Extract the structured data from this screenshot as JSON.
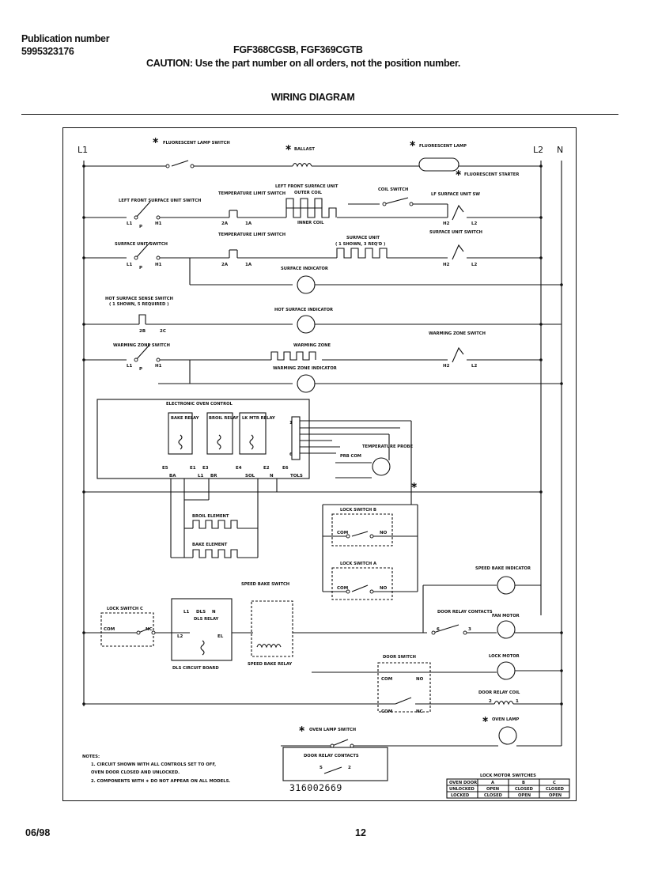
{
  "header": {
    "publication_label": "Publication number",
    "publication_number": "5995323176",
    "models": "FGF368CGSB, FGF369CGTB",
    "caution": "CAUTION:  Use the part number on all orders, not the position number.",
    "title": "WIRING DIAGRAM"
  },
  "diagram": {
    "rails": {
      "l1": "L1",
      "l2": "L2",
      "n": "N"
    },
    "star": "∗",
    "labels": {
      "fluor_lamp_switch": "FLUORESCENT LAMP SWITCH",
      "ballast": "BALLAST",
      "fluorescent_lamp": "FLUORESCENT LAMP",
      "fluorescent_starter": "FLUORESCENT STARTER",
      "lf_surface_switch": "LEFT FRONT SURFACE UNIT SWITCH",
      "temp_limit_switch_1": "TEMPERATURE LIMIT SWITCH",
      "lf_surface_unit": "LEFT FRONT SURFACE UNIT",
      "outer_coil": "OUTER COIL",
      "inner_coil": "INNER COIL",
      "coil_switch": "COIL SWITCH",
      "lf_surface_unit_sw": "LF SURFACE UNIT SW",
      "surface_unit_switch": "SURFACE UNIT SWITCH",
      "temp_limit_switch_2": "TEMPERATURE LIMIT SWITCH",
      "surface_unit": "SURFACE UNIT",
      "surface_unit_qty": "( 1 SHOWN, 3 REQ'D )",
      "surface_unit_switch_r": "SURFACE UNIT SWITCH",
      "surface_indicator": "SURFACE INDICATOR",
      "hot_surface_sense": "HOT SURFACE SENSE SWITCH",
      "hot_surface_sense_qty": "( 1 SHOWN, 5 REQUIRED )",
      "hot_surface_indicator": "HOT SURFACE INDICATOR",
      "warming_zone_switch": "WARMING ZONE SWITCH",
      "warming_zone": "WARMING ZONE",
      "warming_zone_switch_r": "WARMING ZONE SWITCH",
      "warming_zone_indicator": "WARMING ZONE INDICATOR",
      "electronic_oven_control": "ELECTRONIC OVEN CONTROL",
      "bake_relay": "BAKE RELAY",
      "broil_relay": "BROIL RELAY",
      "lk_mtr_relay": "LK MTR RELAY",
      "temperature_probe": "TEMPERATURE PROBE",
      "prb_com": "PRB COM",
      "broil_element": "BROIL ELEMENT",
      "bake_element": "BAKE ELEMENT",
      "lock_switch_b": "LOCK SWITCH B",
      "lock_switch_a": "LOCK SWITCH A",
      "lock_switch_c": "LOCK SWITCH C",
      "speed_bake_switch": "SPEED BAKE SWITCH",
      "speed_bake_indicator": "SPEED BAKE INDICATOR",
      "door_relay_contacts": "DOOR RELAY CONTACTS",
      "fan_motor": "FAN MOTOR",
      "dls_relay": "DLS RELAY",
      "dls_circuit_board": "DLS CIRCUIT BOARD",
      "speed_bake_relay": "SPEED BAKE RELAY",
      "door_switch": "DOOR SWITCH",
      "lock_motor": "LOCK MOTOR",
      "door_relay_coil": "DOOR RELAY COIL",
      "oven_lamp": "OVEN LAMP",
      "oven_lamp_switch": "OVEN LAMP SWITCH",
      "door_relay_contacts_2": "DOOR RELAY CONTACTS"
    },
    "terminals": {
      "L1": "L1",
      "P": "P",
      "H1": "H1",
      "H2": "H2",
      "L2": "L2",
      "2A": "2A",
      "1A": "1A",
      "2B": "2B",
      "2C": "2C",
      "COM": "COM",
      "NO": "NO",
      "NC": "NC",
      "E5": "E5",
      "E1": "E1",
      "E3": "E3",
      "E4": "E4",
      "E2": "E2",
      "E6": "E6",
      "BA": "BA",
      "L1b": "L1",
      "BR": "BR",
      "SOL": "SOL",
      "N": "N",
      "TOLS": "TOLS",
      "DLS": "DLS",
      "EL": "EL",
      "n6": "6",
      "n3": "3",
      "n5": "5",
      "n2": "2",
      "n1": "1"
    },
    "part_number": "316002669",
    "notes_title": "NOTES:",
    "notes": [
      "1.  CIRCUIT SHOWN WITH ALL CONTROLS SET TO OFF,",
      "     OVEN DOOR CLOSED AND UNLOCKED.",
      "2.  COMPONENTS WITH ∗ DO NOT APPEAR ON ALL MODELS."
    ],
    "lock_table": {
      "title": "LOCK MOTOR SWITCHES",
      "headers": [
        "OVEN DOOR",
        "A",
        "B",
        "C"
      ],
      "rows": [
        [
          "UNLOCKED",
          "OPEN",
          "CLOSED",
          "CLOSED"
        ],
        [
          "LOCKED",
          "CLOSED",
          "OPEN",
          "OPEN"
        ]
      ]
    }
  },
  "footer": {
    "date": "06/98",
    "page": "12"
  }
}
